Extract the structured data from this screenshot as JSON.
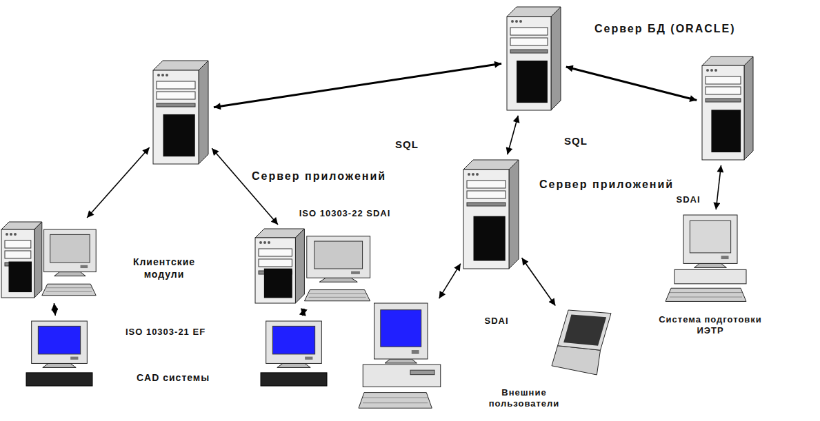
{
  "diagram": {
    "nodes": [
      {
        "text": [
          "Сервер БД (ORACLE)"
        ]
      },
      {
        "text": [
          "Сервер приложений"
        ]
      },
      {
        "text": [
          "Сервер приложений"
        ]
      },
      {
        "text": []
      },
      {
        "text": [
          "Клиентские модули"
        ]
      },
      {
        "text": []
      },
      {
        "text": [
          "CAD системы"
        ]
      },
      {
        "text": []
      },
      {
        "text": [
          "Внешние пользователи"
        ]
      },
      {
        "text": []
      },
      {
        "text": [
          "Система подготовки ИЭТР"
        ]
      }
    ],
    "edges": [
      {
        "from": 1,
        "to": 0,
        "label": "SQL",
        "arrow": "both"
      },
      {
        "from": 2,
        "to": 0,
        "label": "SQL",
        "arrow": "both"
      },
      {
        "from": 0,
        "to": 3,
        "arrow": "both"
      },
      {
        "from": 1,
        "to": 4,
        "arrow": "both"
      },
      {
        "from": 1,
        "to": 5,
        "label": "ISO 10303-22 SDAI",
        "arrow": "both"
      },
      {
        "from": 4,
        "to": 6,
        "label": "ISO 10303-21 EF",
        "arrow": "both"
      },
      {
        "from": 5,
        "to": 7,
        "arrow": "both"
      },
      {
        "from": 2,
        "to": 8,
        "label": "SDAI",
        "arrow": "both"
      },
      {
        "from": 2,
        "to": 9,
        "arrow": "both"
      },
      {
        "from": 3,
        "to": 10,
        "label": "SDAI",
        "arrow": "both"
      }
    ]
  }
}
